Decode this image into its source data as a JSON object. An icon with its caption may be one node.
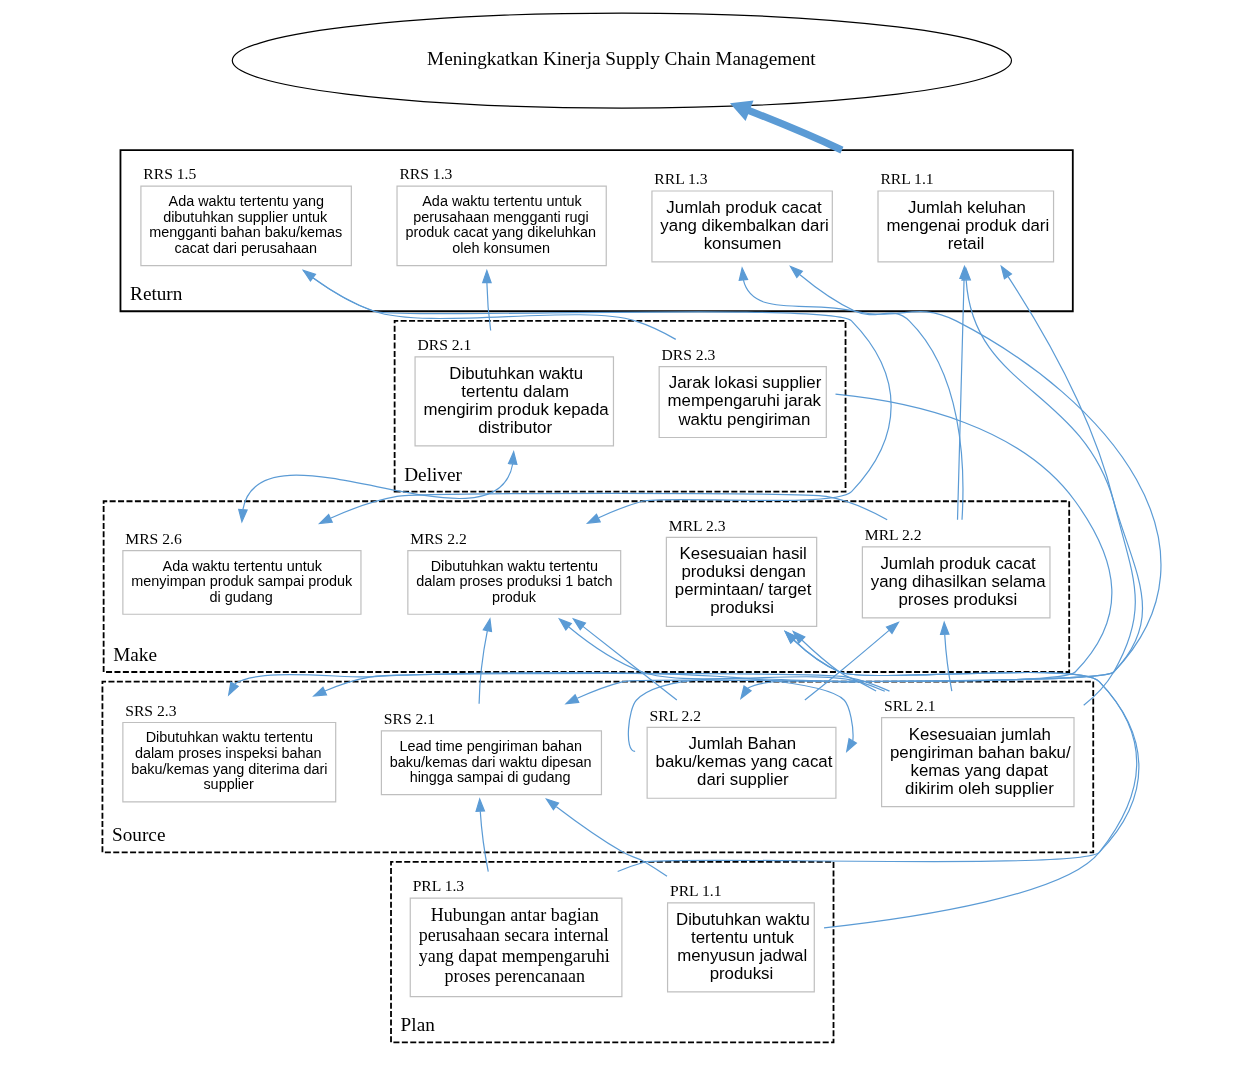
{
  "diagram": {
    "nodes": [
      {
        "text": [
          "Meningkatkan Kinerja Supply Chain Management"
        ]
      },
      {
        "text": [
          "Return"
        ]
      },
      {
        "text": [
          "Jumlah keluhan mengenai produk dari retail"
        ],
        "beside": [
          "RRL 1.1"
        ],
        "in": 1
      },
      {
        "text": [
          "Jumlah produk cacat yang dikembalkan dari konsumen"
        ],
        "beside": [
          "RRL 1.3"
        ],
        "in": 1
      },
      {
        "text": [
          "Ada waktu tertentu untuk perusahaan mengganti rugi produk cacat yang dikeluhkan oleh konsumen"
        ],
        "beside": [
          "RRS 1.3"
        ],
        "in": 1
      },
      {
        "text": [
          "Ada waktu tertentu yang dibutuhkan supplier untuk mengganti bahan baku/kemas cacat dari perusahaan"
        ],
        "beside": [
          "RRS 1.5"
        ],
        "in": 1
      },
      {
        "text": [
          "Deliver"
        ]
      },
      {
        "text": [
          "Jarak lokasi supplier mempengaruhi jarak waktu pengiriman"
        ],
        "beside": [
          "DRS 2.3"
        ],
        "in": 6
      },
      {
        "text": [
          "Dibutuhkan waktu tertentu dalam mengirim produk kepada distributor"
        ],
        "beside": [
          "DRS 2.1"
        ],
        "in": 6
      },
      {
        "text": [
          "Make"
        ]
      },
      {
        "text": [
          "Jumlah produk cacat yang dihasilkan selama proses produksi"
        ],
        "beside": [
          "MRL 2.2"
        ],
        "in": 9
      },
      {
        "text": [
          "Kesesuaian hasil produksi dengan permintaan/ target produksi"
        ],
        "beside": [
          "MRL 2.3"
        ],
        "in": 9
      },
      {
        "text": [
          "Dibutuhkan waktu tertentu dalam proses produksi 1 batch produk"
        ],
        "beside": [
          "MRS 2.2"
        ],
        "in": 9
      },
      {
        "text": [
          "Ada waktu tertentu untuk menyimpan produk sampai produk di gudang"
        ],
        "beside": [
          "MRS 2.6"
        ],
        "in": 9
      },
      {
        "text": [
          "Source"
        ]
      },
      {
        "text": [
          "Kesesuaian jumlah pengiriman bahan baku/ kemas yang dapat dikirim oleh supplier"
        ],
        "beside": [
          "SRL 2.1"
        ],
        "in": 14
      },
      {
        "text": [
          "Jumlah Bahan baku/kemas yang cacat dari supplier"
        ],
        "beside": [
          "SRL 2.2"
        ],
        "in": 14
      },
      {
        "text": [
          "Lead time pengiriman bahan baku/kemas dari waktu dipesan hingga sampai di gudang"
        ],
        "beside": [
          "SRS 2.1"
        ],
        "in": 14
      },
      {
        "text": [
          "Dibutuhkan waktu tertentu dalam proses inspeksi bahan baku/kemas yang diterima dari supplier"
        ],
        "beside": [
          "SRS 2.3"
        ],
        "in": 14
      },
      {
        "text": [
          "Plan"
        ]
      },
      {
        "text": [
          "Dibutuhkan waktu tertentu untuk menyusun jadwal produksi"
        ],
        "beside": [
          "PRL 1.1"
        ],
        "in": 19
      },
      {
        "text": [
          "Hubungan antar bagian perusahaan secara internal yang dapat mempengaruhi proses perencanaan"
        ],
        "beside": [
          "PRL 1.3"
        ],
        "in": 19
      }
    ],
    "edges": [
      {
        "from": 1,
        "to": 0,
        "arrow": "to",
        "style": "thick"
      },
      {
        "from": 15,
        "to": 2,
        "arrow": "to"
      },
      {
        "from": 10,
        "to": 2,
        "arrow": "to"
      },
      {
        "from": 16,
        "to": 2,
        "arrow": "to"
      },
      {
        "from": 10,
        "to": 3,
        "arrow": "to"
      },
      {
        "from": 16,
        "to": 3,
        "arrow": "both"
      },
      {
        "from": 8,
        "to": 4,
        "arrow": "to"
      },
      {
        "from": 7,
        "to": 5,
        "arrow": "to"
      },
      {
        "from": 5,
        "to": 12,
        "arrow": "to"
      },
      {
        "from": 8,
        "to": 13,
        "arrow": "both"
      },
      {
        "from": 10,
        "to": 13,
        "arrow": "to"
      },
      {
        "from": 7,
        "to": 17,
        "arrow": "to"
      },
      {
        "from": 17,
        "to": 12,
        "arrow": "to"
      },
      {
        "from": 15,
        "to": 10,
        "arrow": "to"
      },
      {
        "from": 15,
        "to": 11,
        "arrow": "to"
      },
      {
        "from": 15,
        "to": 12,
        "arrow": "to"
      },
      {
        "from": 16,
        "to": 10,
        "arrow": "to"
      },
      {
        "from": 16,
        "to": 12,
        "arrow": "to"
      },
      {
        "from": 16,
        "to": 18,
        "arrow": "both"
      },
      {
        "from": 20,
        "to": 11,
        "arrow": "to"
      },
      {
        "from": 21,
        "to": 11,
        "arrow": "to"
      },
      {
        "from": 21,
        "to": 17,
        "arrow": "to"
      },
      {
        "from": 20,
        "to": 17,
        "arrow": "to"
      },
      {
        "from": 15,
        "to": 18,
        "arrow": "to"
      }
    ]
  }
}
